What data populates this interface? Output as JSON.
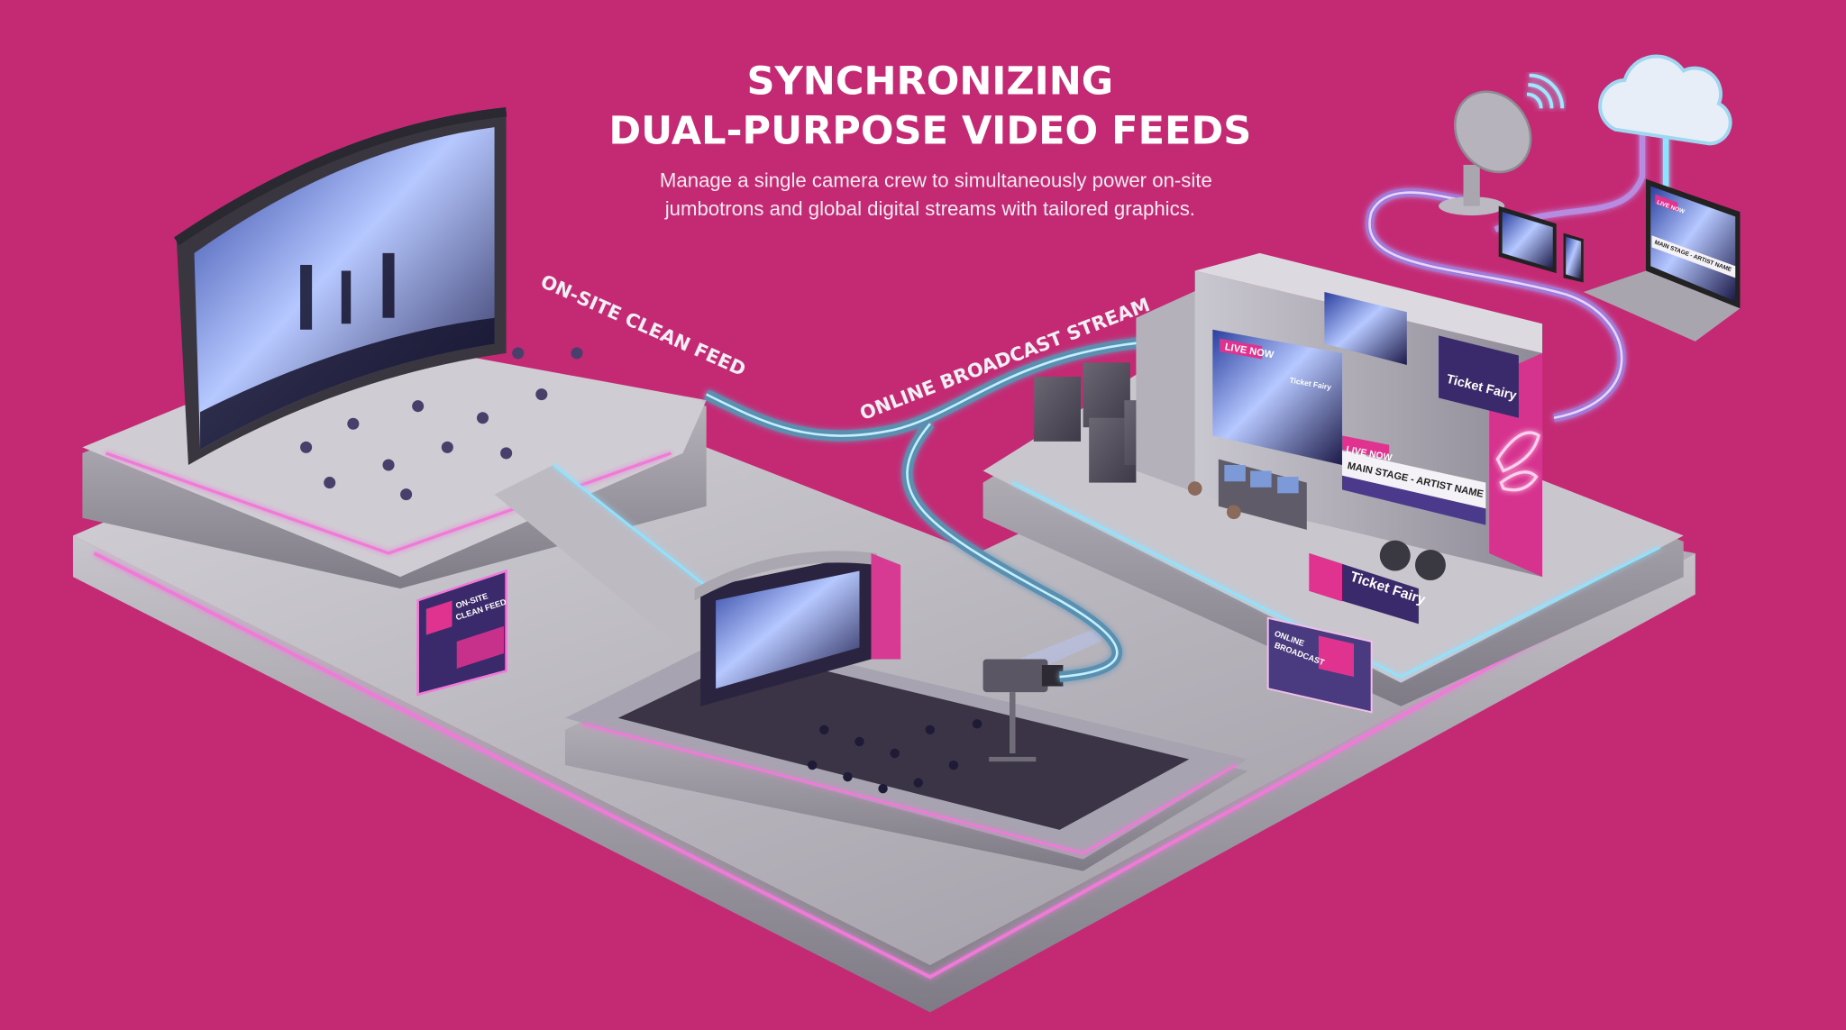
{
  "header": {
    "title_line1": "SYNCHRONIZING",
    "title_line2": "DUAL-PURPOSE VIDEO FEEDS",
    "subtitle_line1": "Manage a single camera crew to simultaneously power on-site",
    "subtitle_line2": "jumbotrons and global digital streams with tailored graphics."
  },
  "labels": {
    "onsite_feed": "ON-SITE CLEAN FEED",
    "online_stream": "ONLINE BROADCAST STREAM"
  },
  "signs": {
    "onsite_sign": {
      "line1": "ON-SITE",
      "line2": "CLEAN FEED"
    },
    "ticket_fairy_sign": "Ticket Fairy",
    "online_sign": {
      "line1": "ONLINE",
      "line2": "BROADCAST"
    }
  },
  "truck": {
    "main_screen_badge": "LIVE NOW",
    "main_screen_logo": "Ticket Fairy",
    "brand_panel": "Ticket Fairy",
    "lower_third_badge": "LIVE NOW",
    "lower_third_text": "MAIN STAGE - ARTIST NAME"
  },
  "devices": {
    "laptop_badge": "LIVE NOW",
    "laptop_lower_third": "MAIN STAGE - ARTIST NAME"
  },
  "icons": [
    "satellite-dish-icon",
    "wifi-signal-icon",
    "cloud-icon",
    "winged-fairy-logo-icon"
  ],
  "colors": {
    "background": "#c42a74",
    "platform": "#b9b6bd",
    "neon_pink": "#f07ad8",
    "neon_cyan": "#8fe3ff",
    "brand_purple": "#3b2a6b",
    "brand_pink": "#e0338f"
  }
}
